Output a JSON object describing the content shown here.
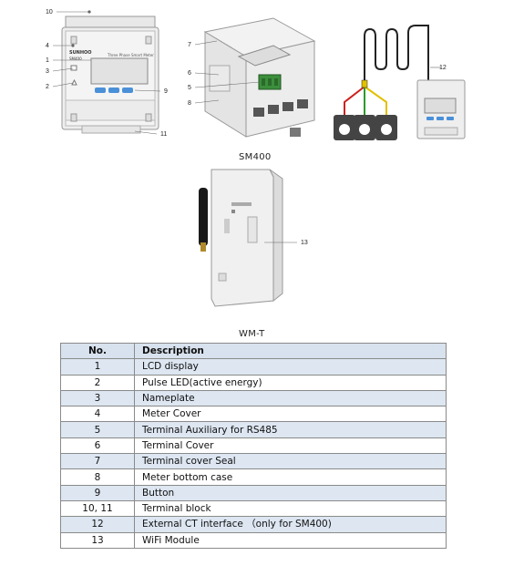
{
  "callouts": {
    "c1": "1",
    "c2": "2",
    "c3": "3",
    "c4": "4",
    "c5": "5",
    "c6": "6",
    "c7": "7",
    "c8": "8",
    "c9": "9",
    "c10": "10",
    "c11": "11",
    "c12": "12",
    "c13": "13"
  },
  "device": {
    "brand": "SUNHOO",
    "model": "SM400",
    "screen_label": "Three Phase Smart Meter"
  },
  "captions": {
    "top": "SM400",
    "bottom": "WM-T"
  },
  "colors": {
    "header_bg": "#d8e2ee",
    "row_bg": "#dde6f1",
    "button_blue": "#4a90d9",
    "terminal_green": "#3c8f3c",
    "wire_red": "#cc2222",
    "wire_yellow": "#e0c000",
    "wire_green": "#2a9a2a"
  },
  "table": {
    "headers": {
      "no": "No.",
      "description": "Description"
    },
    "rows": [
      {
        "no": "1",
        "description": "LCD display"
      },
      {
        "no": "2",
        "description": "Pulse LED(active energy)"
      },
      {
        "no": "3",
        "description": "Nameplate"
      },
      {
        "no": "4",
        "description": "Meter Cover"
      },
      {
        "no": "5",
        "description": "Terminal Auxiliary for RS485"
      },
      {
        "no": "6",
        "description": "Terminal Cover"
      },
      {
        "no": "7",
        "description": "Terminal cover Seal"
      },
      {
        "no": "8",
        "description": "Meter bottom case"
      },
      {
        "no": "9",
        "description": "Button"
      },
      {
        "no": "10, 11",
        "description": "Terminal block"
      },
      {
        "no": "12",
        "description": "External CT interface （only for SM400)"
      },
      {
        "no": "13",
        "description": "WiFi Module"
      }
    ]
  }
}
